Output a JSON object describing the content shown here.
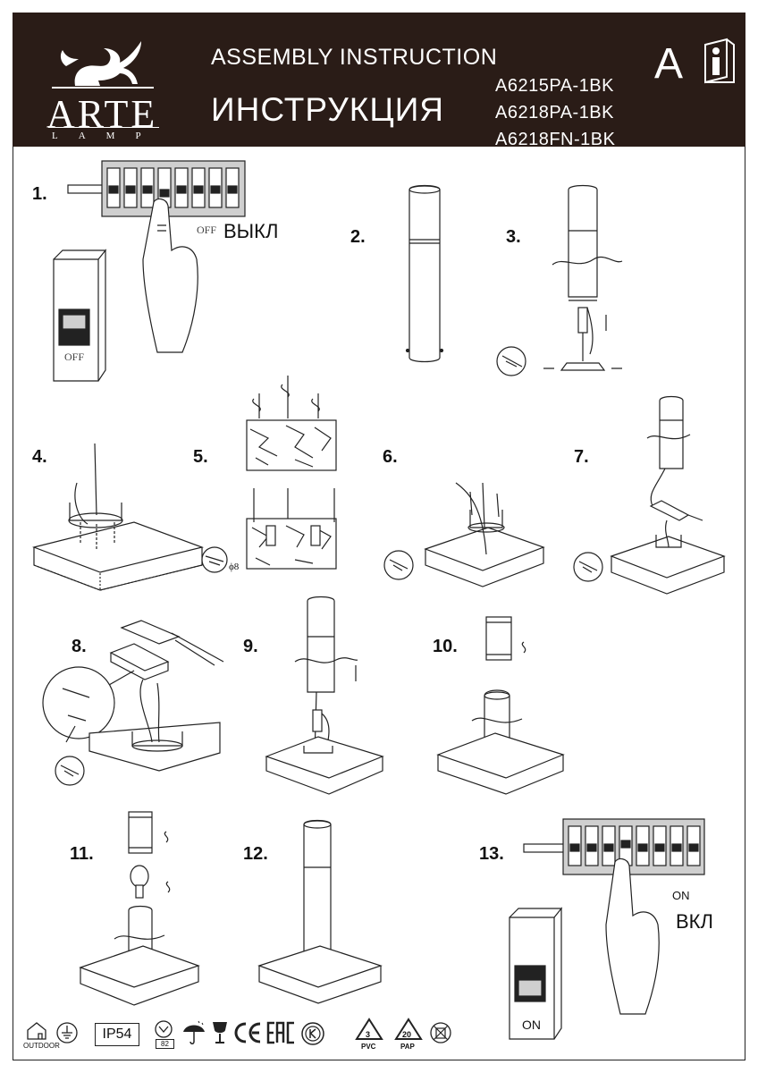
{
  "header": {
    "brand": "ARTE",
    "brand_sub": "LAMP",
    "title_en": "ASSEMBLY INSTRUCTION",
    "title_ru": "ИНСТРУКЦИЯ",
    "models": [
      "A6215PA-1BK",
      "A6218PA-1BK",
      "A6218FN-1BK"
    ],
    "language": "A"
  },
  "steps": [
    {
      "num": "1.",
      "caption": "ВЫКЛ",
      "switch_label": "OFF",
      "breaker_label": "OFF"
    },
    {
      "num": "2."
    },
    {
      "num": "3."
    },
    {
      "num": "4."
    },
    {
      "num": "5.",
      "drill_label": "ϕ8"
    },
    {
      "num": "6."
    },
    {
      "num": "7."
    },
    {
      "num": "8."
    },
    {
      "num": "9."
    },
    {
      "num": "10."
    },
    {
      "num": "11."
    },
    {
      "num": "12."
    },
    {
      "num": "13.",
      "caption": "ВКЛ",
      "switch_label": "ON",
      "breaker_label": "ON"
    }
  ],
  "certifications": {
    "outdoor_label": "OUTDOOR",
    "ip_rating": "IP54",
    "class_label": "82",
    "recycle_pvc_num": "3",
    "recycle_pvc_label": "PVC",
    "recycle_pap_num": "20",
    "recycle_pap_label": "PAP"
  }
}
